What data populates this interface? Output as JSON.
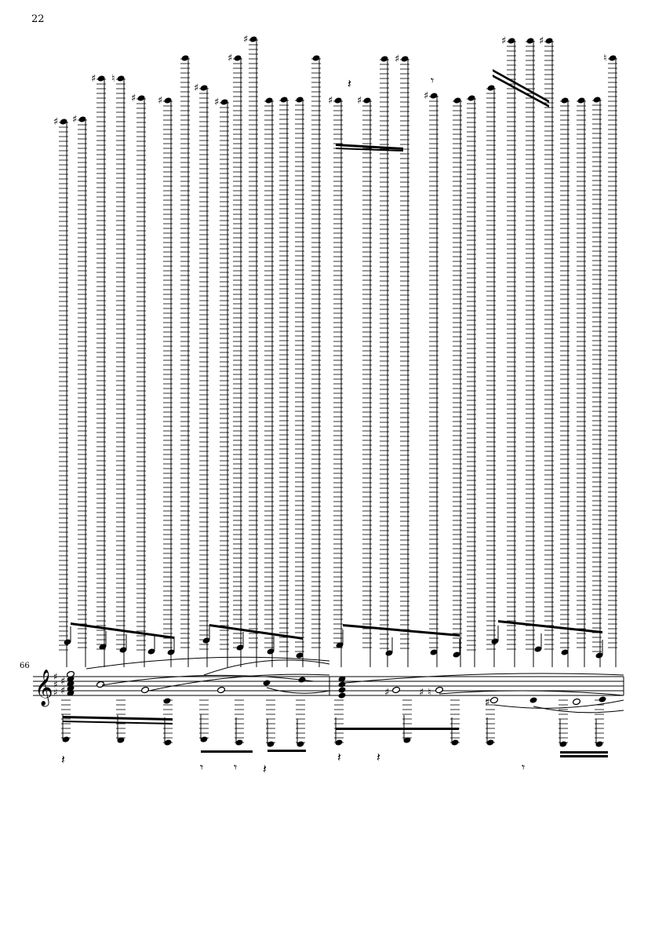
{
  "page": {
    "number": "22",
    "measure_number": "66"
  },
  "score": {
    "staff": {
      "clef": "treble",
      "key_signature": "F# C# G# (three sharps)"
    },
    "glyphs": {
      "sharp": "♯",
      "natural": "♮",
      "quarter_rest": "𝄽",
      "eighth_rest": "𝄾"
    },
    "colors": {
      "ink": "#000000",
      "paper": "#ffffff"
    }
  }
}
